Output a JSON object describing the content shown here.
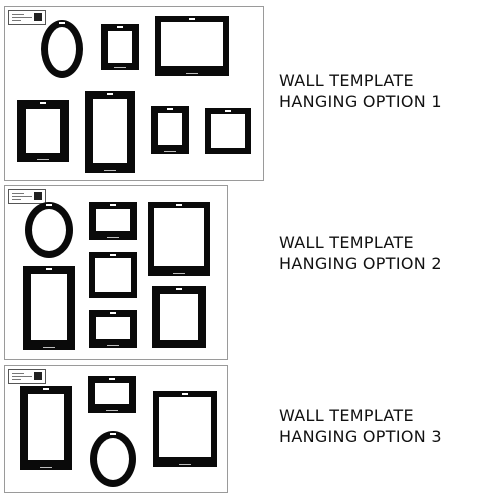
{
  "options": [
    {
      "caption_line1": "WALL TEMPLATE",
      "caption_line2": "HANGING OPTION 1"
    },
    {
      "caption_line1": "WALL TEMPLATE",
      "caption_line2": "HANGING OPTION 2"
    },
    {
      "caption_line1": "WALL TEMPLATE",
      "caption_line2": "HANGING OPTION 3"
    }
  ],
  "colors": {
    "frame": "#0a0a0a",
    "background": "#ffffff",
    "panel_border": "#9a9a9a"
  }
}
